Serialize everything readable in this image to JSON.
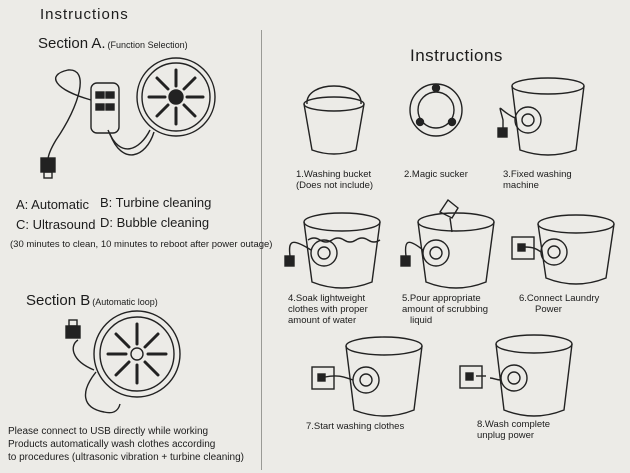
{
  "left": {
    "title": "Instructions",
    "section_a": {
      "label": "Section A.",
      "sub": "(Function Selection)",
      "options": {
        "a": "A: Automatic",
        "b": "B: Turbine cleaning",
        "c": "C: Ultrasound",
        "d": "D: Bubble cleaning"
      },
      "note": "(30 minutes to clean, 10 minutes to reboot after power outage)"
    },
    "section_b": {
      "label": "Section B",
      "sub": "(Automatic loop)"
    },
    "footer": [
      "Please connect to USB directly while working",
      "Products automatically wash clothes according",
      "to procedures (ultrasonic vibration + turbine cleaning)"
    ]
  },
  "right": {
    "title": "Instructions",
    "steps": [
      {
        "l1": "1.Washing bucket",
        "l2": "(Does not include)"
      },
      {
        "l1": "2.Magic sucker",
        "l2": ""
      },
      {
        "l1": "3.Fixed washing",
        "l2": "machine"
      },
      {
        "l1": "4.Soak lightweight",
        "l2": "clothes with proper",
        "l3": "amount of water"
      },
      {
        "l1": "5.Pour appropriate",
        "l2": "amount of scrubbing",
        "l3": "liquid"
      },
      {
        "l1": "6.Connect Laundry",
        "l2": "Power"
      },
      {
        "l1": "7.Start washing clothes",
        "l2": ""
      },
      {
        "l1": "8.Wash complete",
        "l2": "unplug power"
      }
    ]
  }
}
